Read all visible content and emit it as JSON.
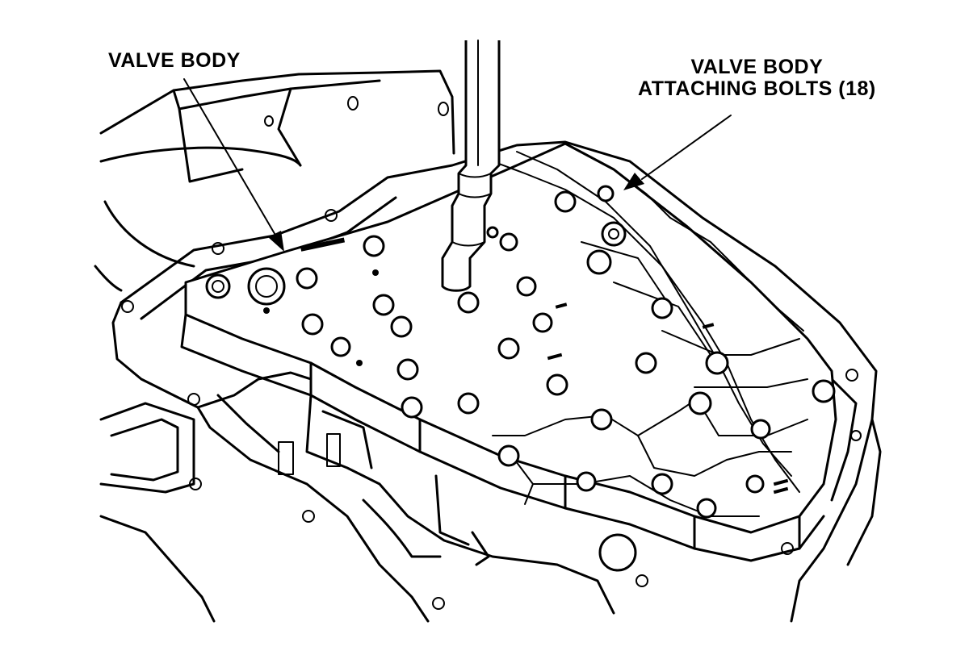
{
  "callouts": {
    "valve_body": "VALVE BODY",
    "bolts_line1": "VALVE BODY",
    "bolts_line2": "ATTACHING BOLTS (18)"
  }
}
